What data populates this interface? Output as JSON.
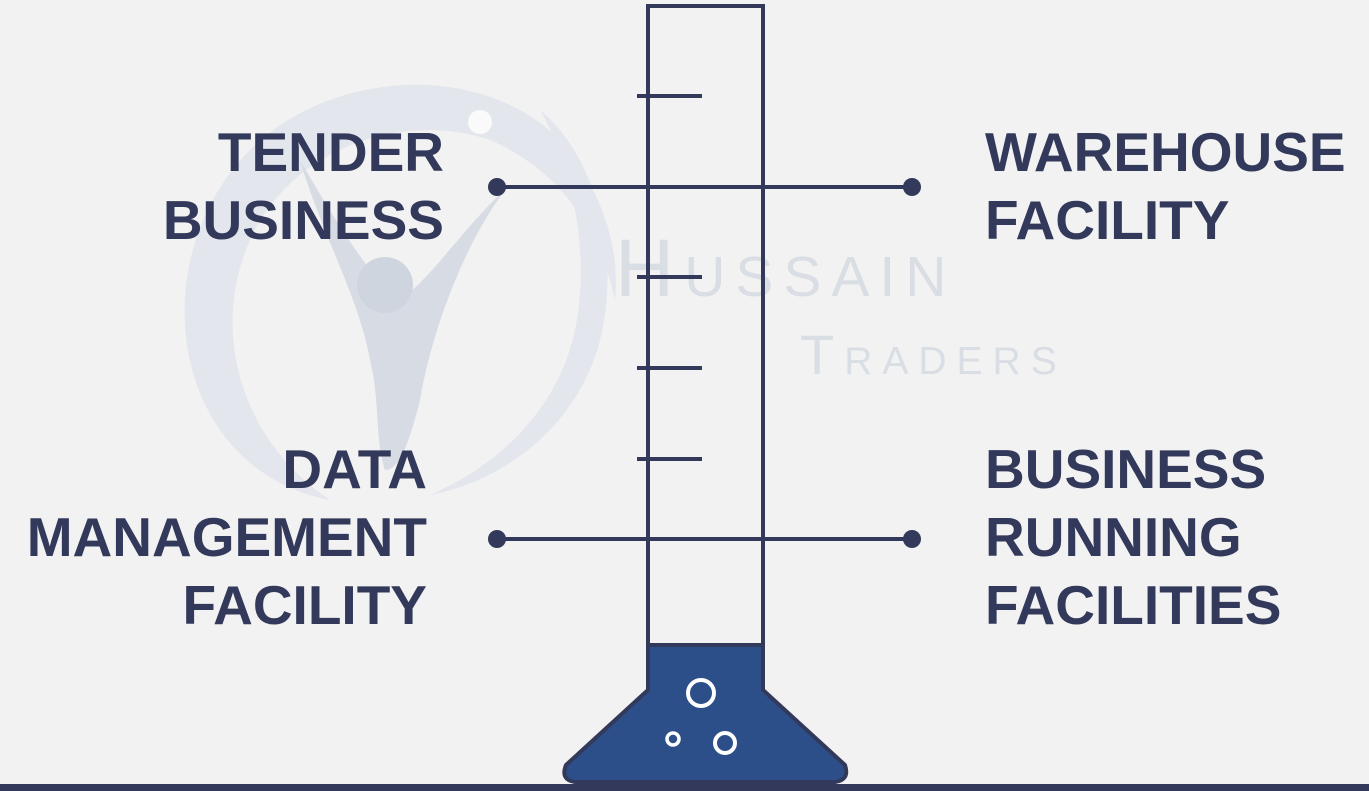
{
  "watermark": {
    "line1": "Hussain",
    "line2": "Traders"
  },
  "labels": {
    "tender_business": "TENDER\nBUSINESS",
    "warehouse_facility": "WAREHOUSE\nFACILITY",
    "data_management_facility": "DATA\nMANAGEMENT\nFACILITY",
    "business_running_facilities": "BUSINESS\nRUNNING\nFACILITIES"
  },
  "colors": {
    "background": "#f2f2f2",
    "primary": "#32395a",
    "liquid": "#2c4f8a",
    "watermark": "#d9dde4"
  },
  "icons": {
    "logo": "person-in-circle-logo",
    "cylinder": "graduated-cylinder-icon"
  }
}
